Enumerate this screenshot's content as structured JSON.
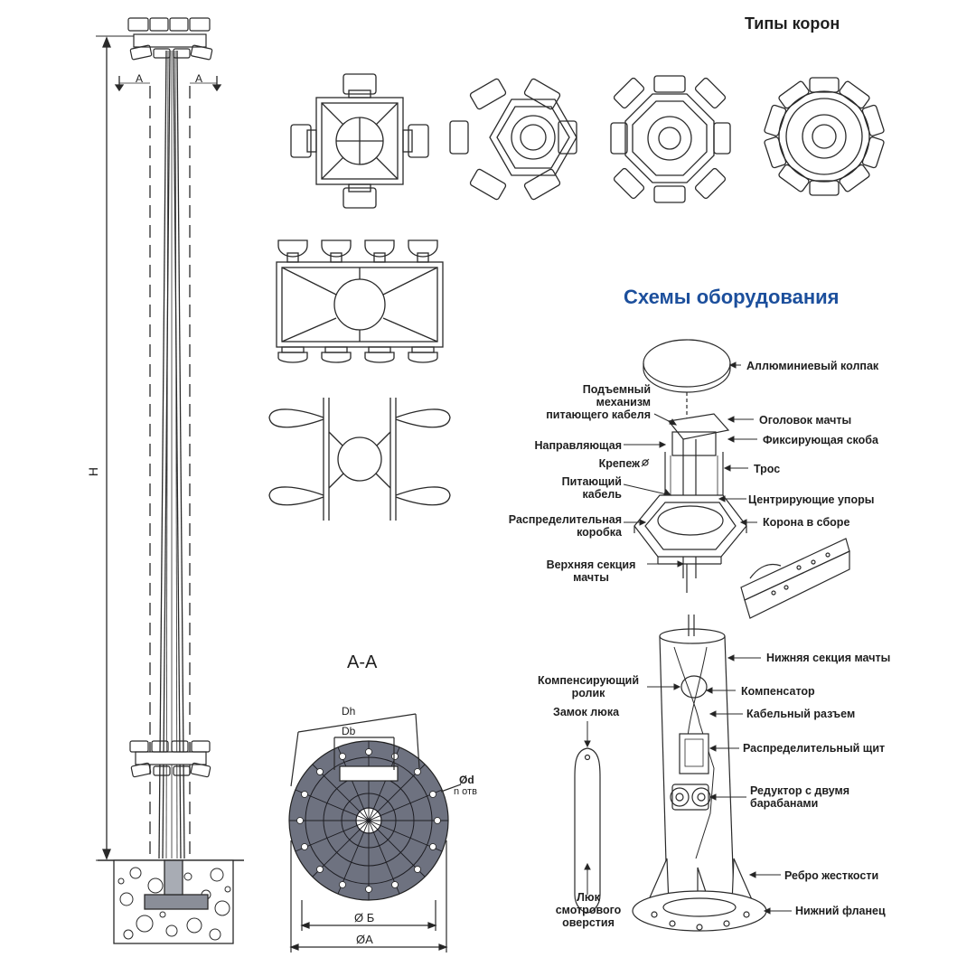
{
  "headings": {
    "crown_types": "Типы корон",
    "equipment": "Схемы оборудования",
    "section": "А-А"
  },
  "colors": {
    "accent": "#1c4f9c",
    "line": "#2a2a2a",
    "flange_fill": "#6e7280"
  },
  "mast_dims": {
    "a_left": "A",
    "a_right": "A",
    "height": "H"
  },
  "flange_dims": {
    "dh": "Dh",
    "db": "Db",
    "d": "Ød",
    "n_holes": "n отв",
    "b": "Ø Б",
    "a": "ØA"
  },
  "upper_labels": {
    "cap": "Аллюминиевый колпак",
    "lift_mechanism": "Подъемный\nмеханизм\nпитающего кабеля",
    "head": "Оголовок мачты",
    "guide": "Направляющая",
    "clamp": "Фиксирующая скоба",
    "fastener": "Крепеж",
    "cable_rope": "Трос",
    "power_cable": "Питающий\nкабель",
    "centering_stops": "Центрирующие упоры",
    "distribution_box": "Распределительная\nкоробка",
    "crown_assembly": "Корона в сборе",
    "upper_section": "Верхняя секция\nмачты"
  },
  "lower_labels": {
    "lower_section": "Нижняя секция мачты",
    "comp_roller": "Компенсирующий\nролик",
    "compensator": "Компенсатор",
    "hatch_lock": "Замок люка",
    "cable_connector": "Кабельный разъем",
    "dist_panel": "Распределительный щит",
    "reducer": "Редуктор с двумя\nбарабанами",
    "rib": "Ребро жесткости",
    "hatch": "Люк\nсмотрового\nоверстия",
    "bottom_flange": "Нижний фланец"
  }
}
